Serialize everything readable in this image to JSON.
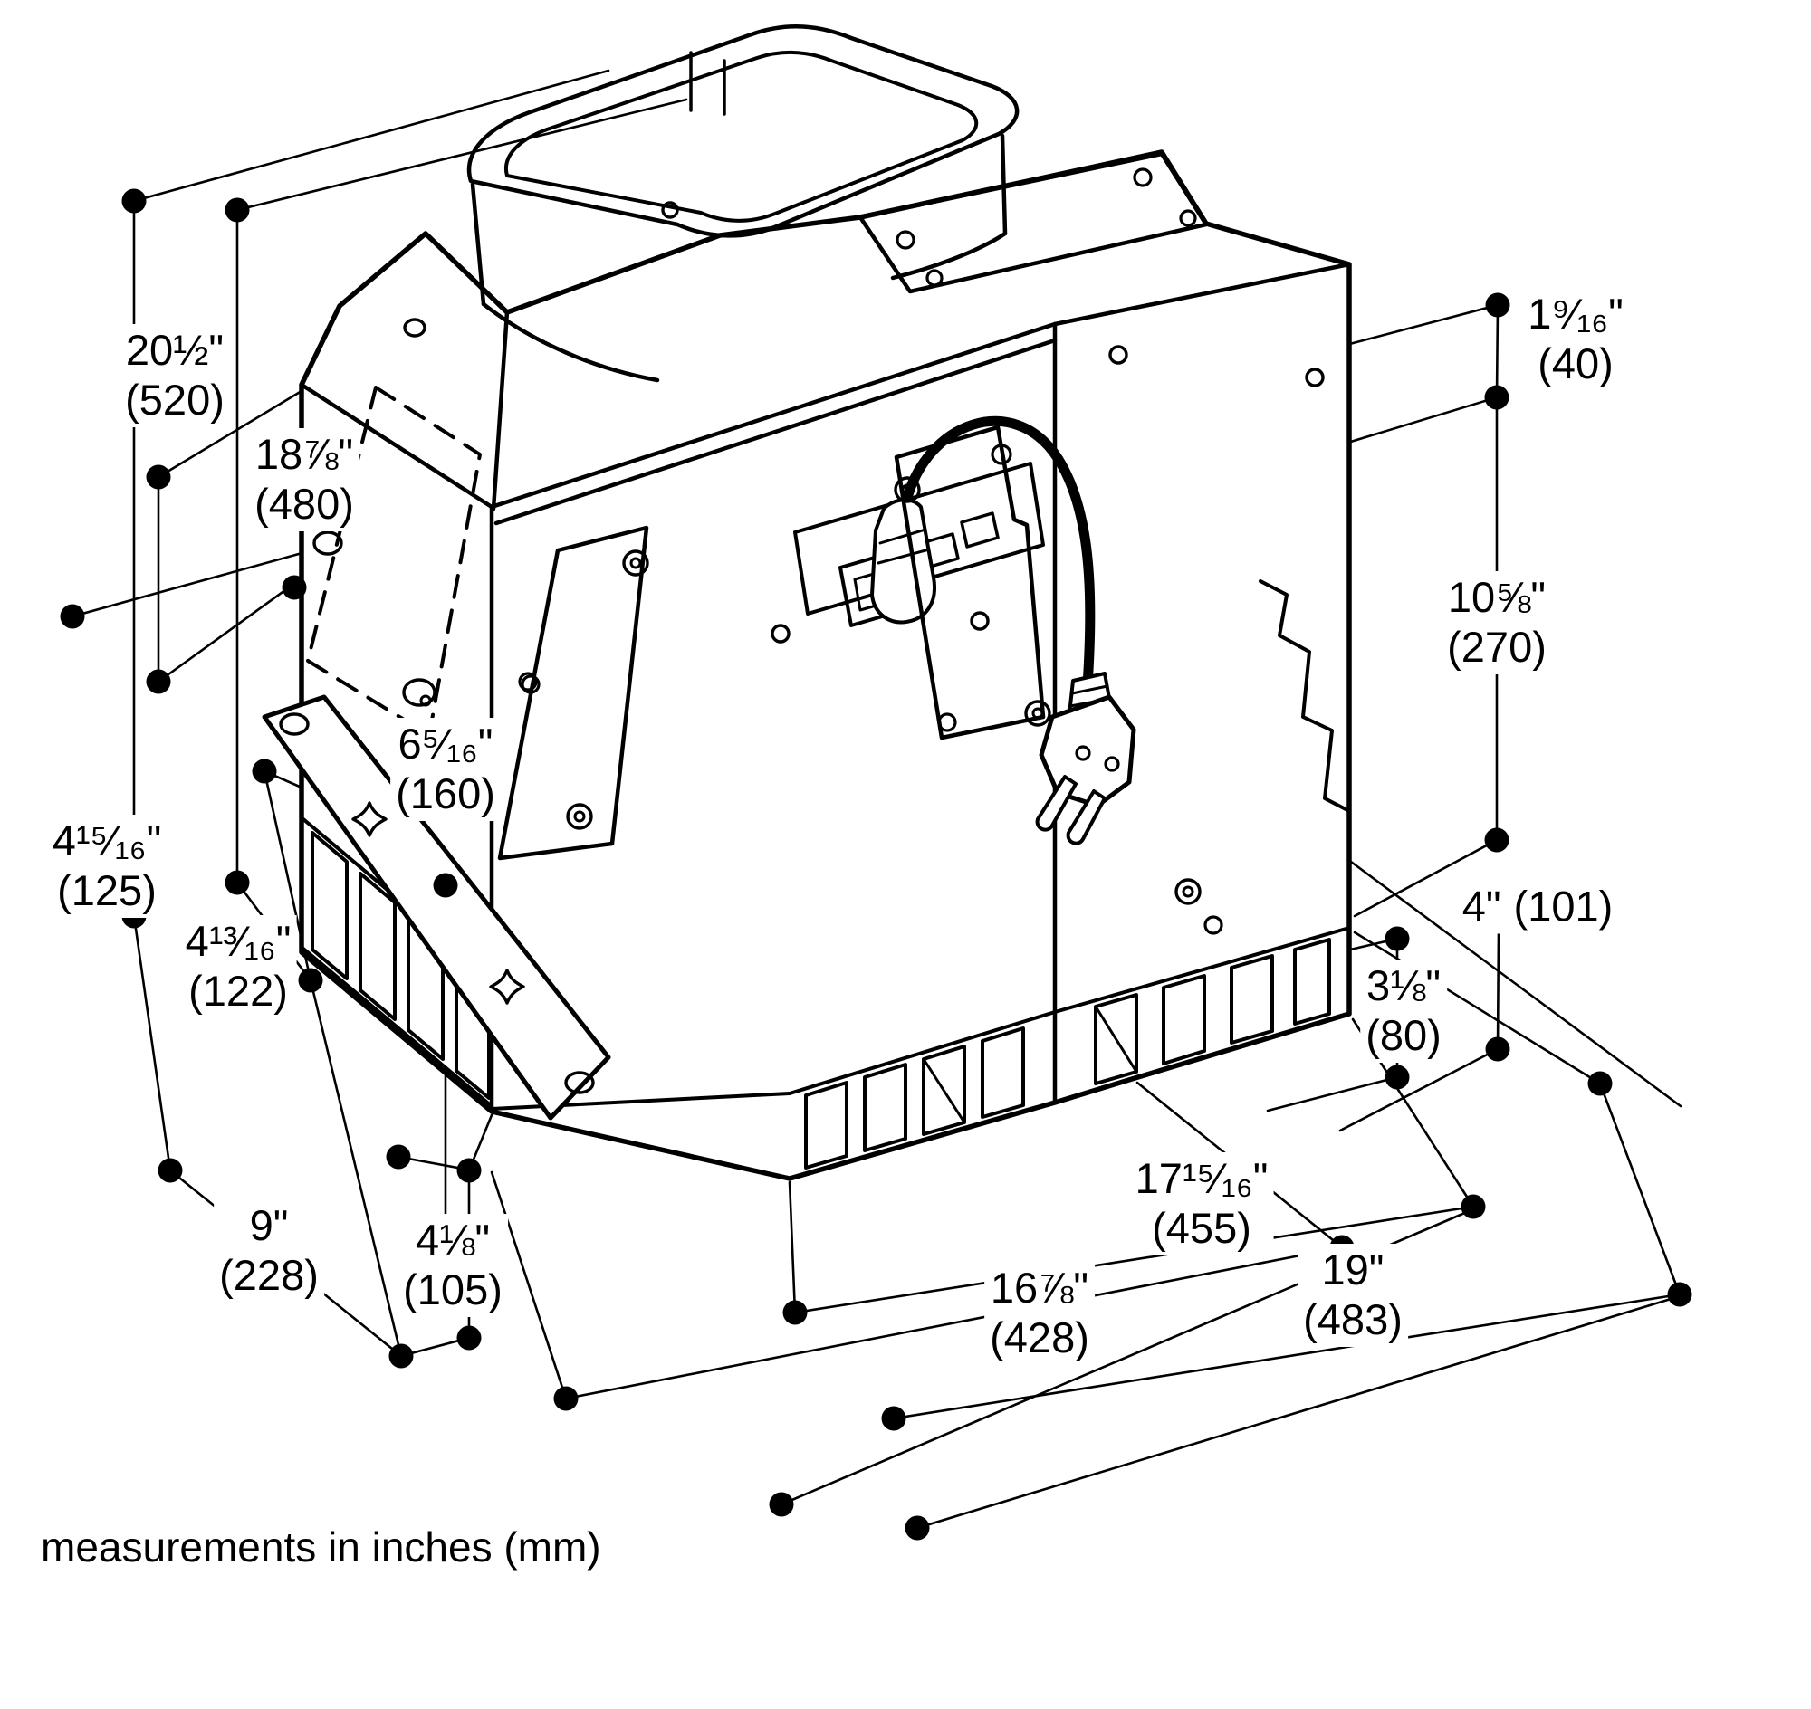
{
  "colors": {
    "ink": "#000000",
    "paper": "#ffffff"
  },
  "caption": "measurements in inches (mm)",
  "dims": {
    "d520": {
      "in": "20½\"",
      "mm": "(520)"
    },
    "d480": {
      "in": "18⅞\"",
      "mm": "(480)"
    },
    "d40": {
      "in": "1⁹⁄₁₆\"",
      "mm": "(40)"
    },
    "d270": {
      "in": "10⅝\"",
      "mm": "(270)"
    },
    "d160": {
      "in": "6⁵⁄₁₆\"",
      "mm": "(160)"
    },
    "d125": {
      "in": "4¹⁵⁄₁₆\"",
      "mm": "(125)"
    },
    "d122": {
      "in": "4¹³⁄₁₆\"",
      "mm": "(122)"
    },
    "d228": {
      "in": "9\"",
      "mm": "(228)"
    },
    "d105": {
      "in": "4⅛\"",
      "mm": "(105)"
    },
    "d455": {
      "in": "17¹⁵⁄₁₆\"",
      "mm": "(455)"
    },
    "d428": {
      "in": "16⅞\"",
      "mm": "(428)"
    },
    "d483": {
      "in": "19\"",
      "mm": "(483)"
    },
    "d80": {
      "in": "3⅛\"",
      "mm": "(80)"
    },
    "d101": {
      "in": "4\"",
      "mm": "(101)"
    }
  }
}
